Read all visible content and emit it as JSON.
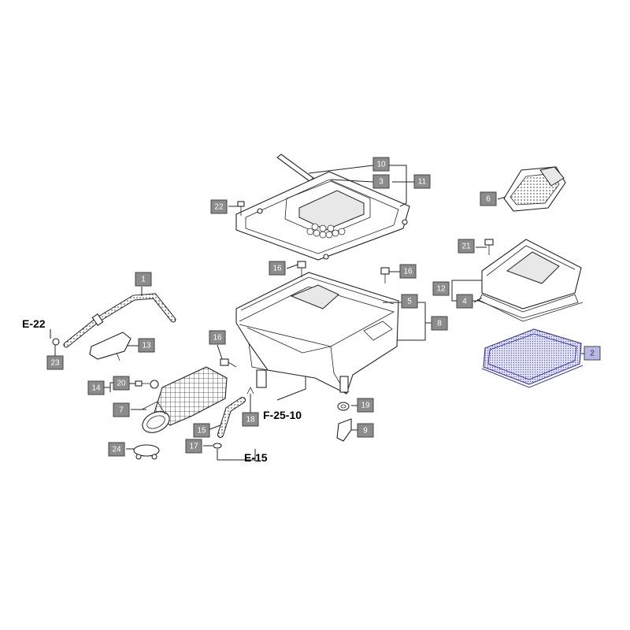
{
  "callouts": [
    {
      "num": "1"
    },
    {
      "num": "2"
    },
    {
      "num": "3"
    },
    {
      "num": "4"
    },
    {
      "num": "5"
    },
    {
      "num": "6"
    },
    {
      "num": "7"
    },
    {
      "num": "8"
    },
    {
      "num": "9"
    },
    {
      "num": "10"
    },
    {
      "num": "11"
    },
    {
      "num": "12"
    },
    {
      "num": "13"
    },
    {
      "num": "14"
    },
    {
      "num": "15"
    },
    {
      "num": "16"
    },
    {
      "num": "16"
    },
    {
      "num": "16"
    },
    {
      "num": "17"
    },
    {
      "num": "18"
    },
    {
      "num": "19"
    },
    {
      "num": "20"
    },
    {
      "num": "21"
    },
    {
      "num": "22"
    },
    {
      "num": "23"
    },
    {
      "num": "24"
    }
  ],
  "references": {
    "e22": "E-22",
    "f2510": "F-25-10",
    "e15": "E-15"
  },
  "highlighted_part": "2",
  "colors": {
    "callout_fill": "#8c8c8c",
    "highlight_fill": "#b7b7e8",
    "highlight_stroke": "#3a3aa8"
  }
}
